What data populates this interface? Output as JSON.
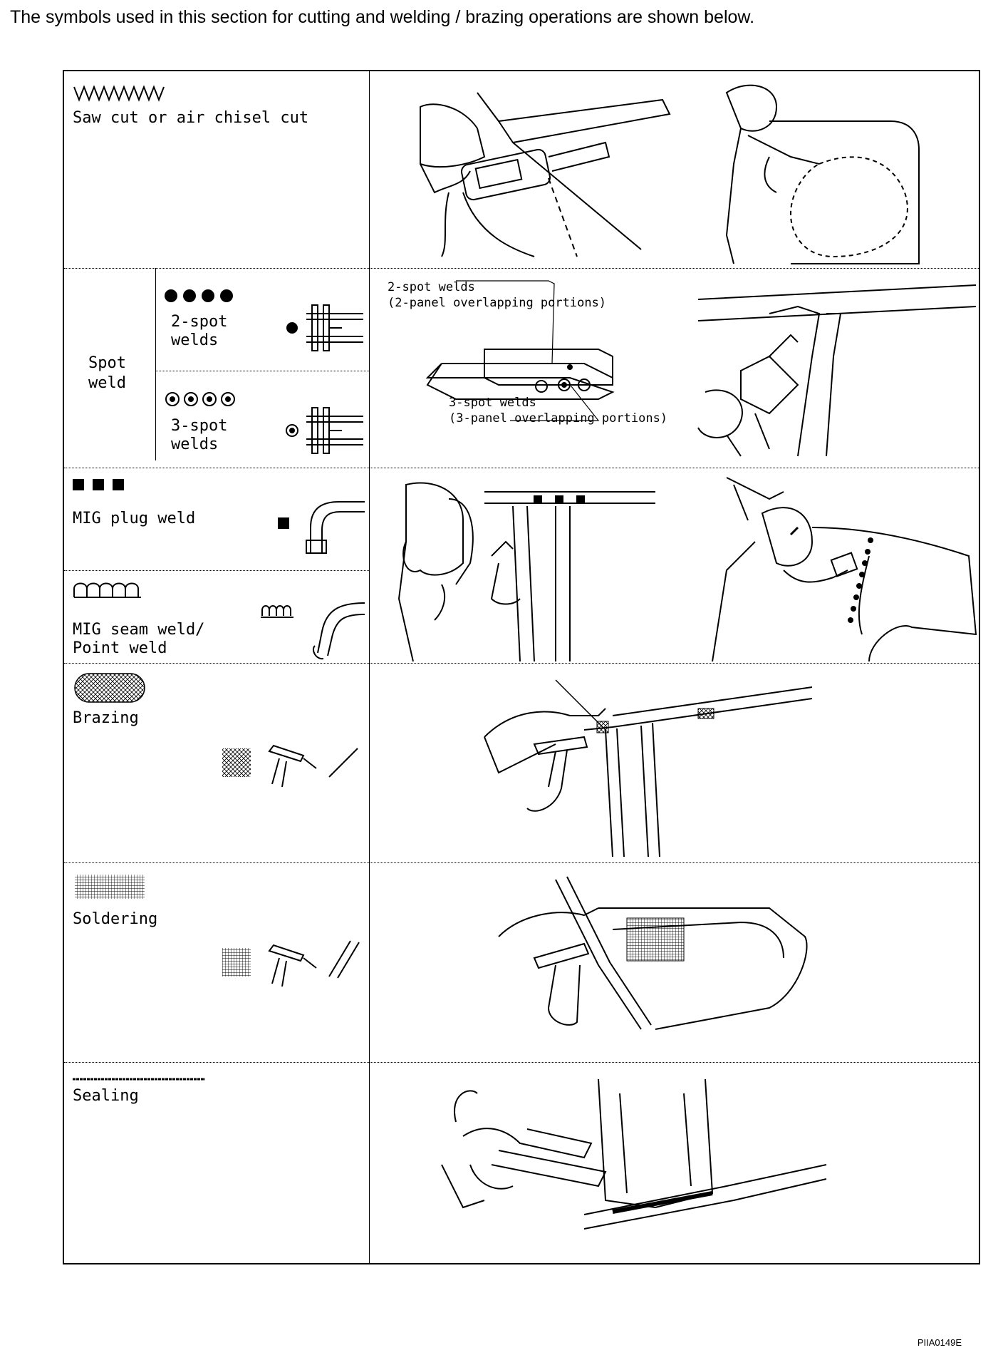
{
  "header": {
    "intro_text": "The symbols used in this section for cutting and welding / brazing operations are shown below."
  },
  "figure": {
    "code": "PIIA0149E"
  },
  "rows": {
    "saw_cut": {
      "label": "Saw cut or air chisel cut",
      "symbol_icon": "zigzag-icon"
    },
    "spot_weld": {
      "group_label_line1": "Spot",
      "group_label_line2": "weld",
      "two_spot": {
        "label_line1": "2-spot",
        "label_line2": "welds",
        "symbol_icon": "solid-dots-icon"
      },
      "three_spot": {
        "label_line1": "3-spot",
        "label_line2": "welds",
        "symbol_icon": "ringed-dots-icon"
      },
      "callout_2spot_line1": "2-spot welds",
      "callout_2spot_line2": "(2-panel overlapping portions)",
      "callout_3spot_line1": "3-spot welds",
      "callout_3spot_line2": "(3-panel overlapping portions)"
    },
    "mig_plug": {
      "label": "MIG plug weld",
      "symbol_icon": "solid-squares-icon"
    },
    "mig_seam": {
      "label_line1": "MIG seam weld/",
      "label_line2": "Point weld",
      "symbol_icon": "loops-icon"
    },
    "brazing": {
      "label": "Brazing",
      "symbol_icon": "crosshatch-oval-icon"
    },
    "soldering": {
      "label": "Soldering",
      "symbol_icon": "grid-rectangle-icon"
    },
    "sealing": {
      "label": "Sealing",
      "symbol_icon": "line-icon"
    }
  }
}
